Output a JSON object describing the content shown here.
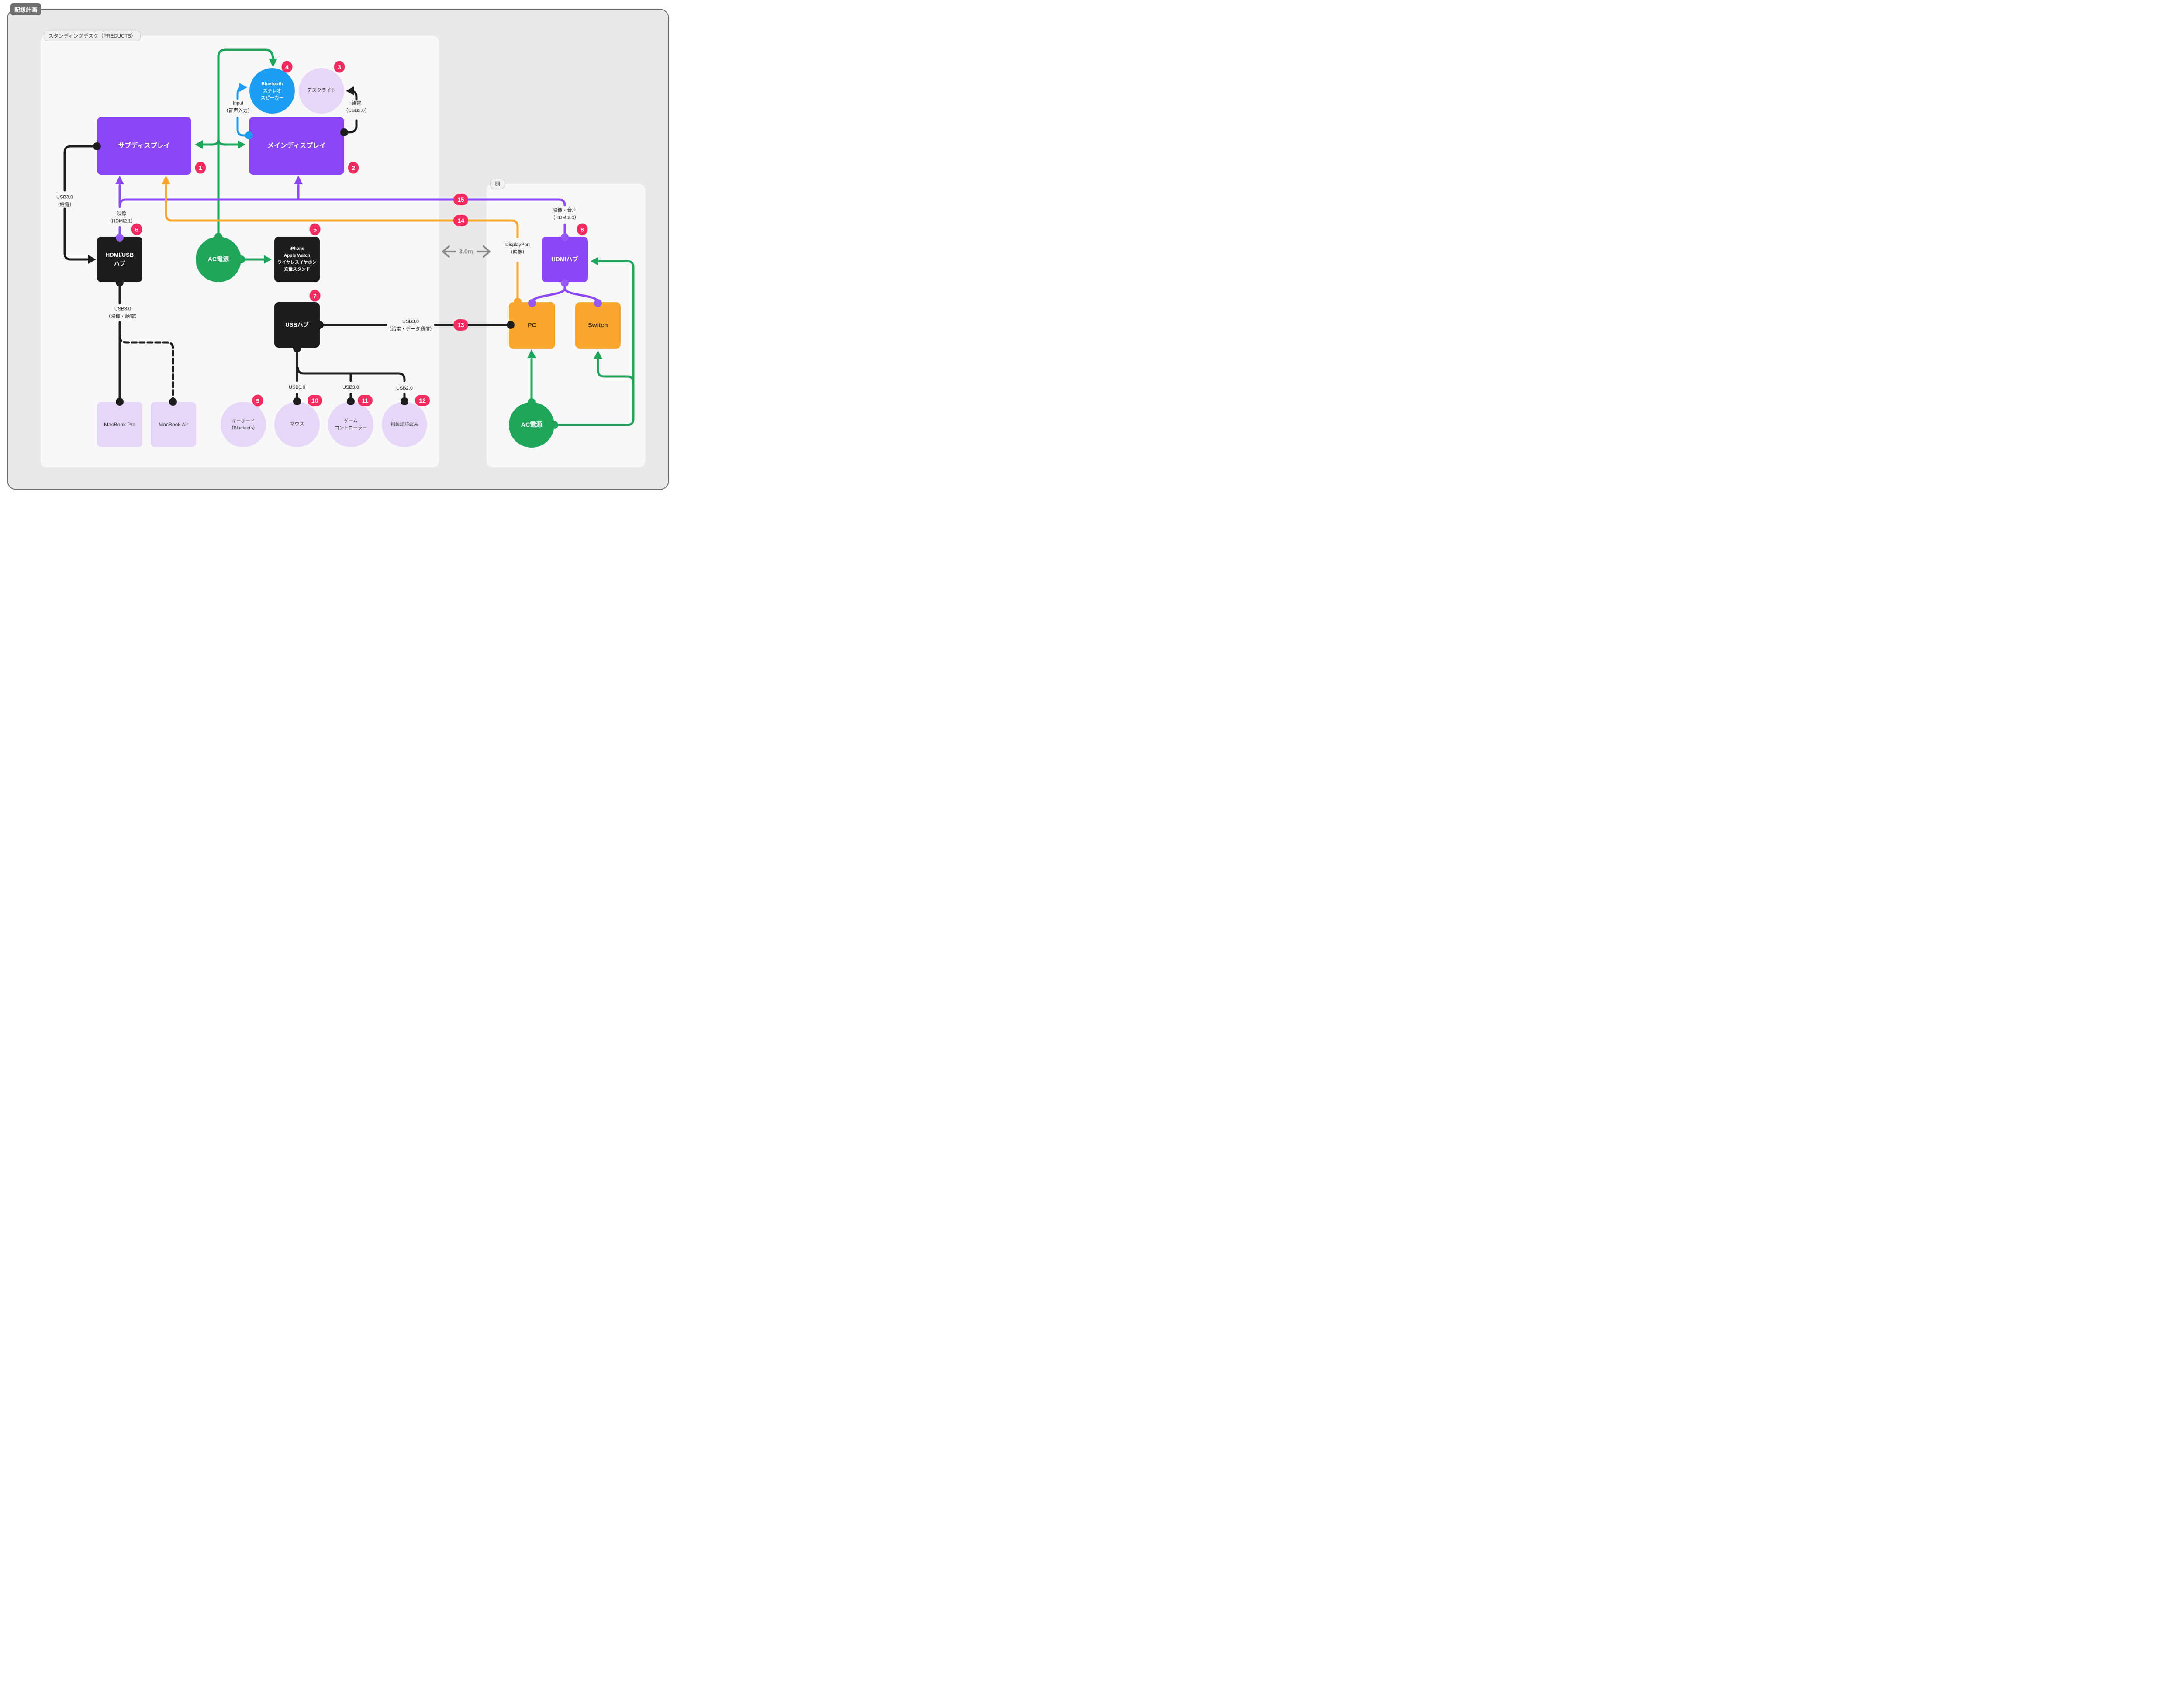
{
  "title_badge": "配線計画",
  "panels": {
    "desk": {
      "label": "スタンディングデスク（PREDUCTS）"
    },
    "shelf": {
      "label": "棚"
    }
  },
  "nodes": {
    "sub_display": {
      "label": "サブディスプレイ",
      "number": "1",
      "color": "#8B46F6"
    },
    "main_display": {
      "label": "メインディスプレイ",
      "number": "2",
      "color": "#8B46F6"
    },
    "desk_light": {
      "label": "デスクライト",
      "number": "3",
      "color": "#E6D6F8"
    },
    "bt_speaker": {
      "l1": "Bluetooth",
      "l2": "ステレオ",
      "l3": "スピーカー",
      "number": "4",
      "color": "#1C9CF2"
    },
    "charge_stand": {
      "l1": "iPhone",
      "l2": "Apple Watch",
      "l3": "ワイヤレスイヤホン",
      "l4": "充電スタンド",
      "number": "5",
      "color": "#1D1D1F"
    },
    "hdmi_usb_hub": {
      "l1": "HDMI/USB",
      "l2": "ハブ",
      "number": "6",
      "color": "#1D1D1F"
    },
    "usb_hub": {
      "label": "USBハブ",
      "number": "7",
      "color": "#1D1D1F"
    },
    "hdmi_hub": {
      "label": "HDMIハブ",
      "number": "8",
      "color": "#8B46F6"
    },
    "keyboard": {
      "l1": "キーボード",
      "l2": "（Bluetooth）",
      "number": "9",
      "color": "#E6D6F8"
    },
    "mouse": {
      "label": "マウス",
      "number": "10",
      "color": "#E6D6F8"
    },
    "game_controller": {
      "l1": "ゲーム",
      "l2": "コントローラー",
      "number": "11",
      "color": "#E6D6F8"
    },
    "fingerprint": {
      "label": "指紋認証端末",
      "number": "12",
      "color": "#E6D6F8"
    },
    "macbook_pro": {
      "label": "MacBook Pro",
      "color": "#E6D6F8"
    },
    "macbook_air": {
      "label": "MacBook Air",
      "color": "#E6D6F8"
    },
    "ac_power_desk": {
      "label": "AC電源",
      "color": "#1FA65A"
    },
    "pc": {
      "label": "PC",
      "color": "#F9A62F"
    },
    "switch": {
      "label": "Switch",
      "color": "#F9A62F"
    },
    "ac_power_shelf": {
      "label": "AC電源",
      "color": "#1FA65A"
    }
  },
  "edge_labels": {
    "usb30_power": {
      "l1": "USB3.0",
      "l2": "（給電）"
    },
    "video_hdmi21": {
      "l1": "映像",
      "l2": "（HDMI2.1）"
    },
    "usb30_video_power": {
      "l1": "USB3.0",
      "l2": "（映像・給電）"
    },
    "input_audio": {
      "l1": "Input",
      "l2": "（音声入力）"
    },
    "power_usb20": {
      "l1": "給電",
      "l2": "（USB2.0）"
    },
    "usb30_mouse": {
      "label": "USB3.0"
    },
    "usb30_game": {
      "label": "USB3.0"
    },
    "usb20_finger": {
      "label": "USB2.0"
    },
    "usb30_data": {
      "l1": "USB3.0",
      "l2": "（給電・データ通信）"
    },
    "video_audio_hdmi21": {
      "l1": "映像・音声",
      "l2": "（HDMI2.1）"
    },
    "displayport": {
      "l1": "DisplayPort",
      "l2": "（映像）"
    },
    "distance": {
      "label": "3.0m"
    }
  },
  "badges": {
    "n1": "1",
    "n2": "2",
    "n3": "3",
    "n4": "4",
    "n5": "5",
    "n6": "6",
    "n7": "7",
    "n8": "8",
    "n9": "9",
    "n10": "10",
    "n11": "11",
    "n12": "12",
    "n13": "13",
    "n14": "14",
    "n15": "15"
  },
  "connections": [
    {
      "from": "AC電源(デスク)",
      "to": "Bluetoothステレオスピーカー",
      "color": "green",
      "meaning": "給電"
    },
    {
      "from": "AC電源(デスク)",
      "to": "サブディスプレイ/メインディスプレイ",
      "color": "green",
      "meaning": "給電(双方向矢印)"
    },
    {
      "from": "AC電源(デスク)",
      "to": "iPhone/Apple Watch/ワイヤレスイヤホン充電スタンド",
      "color": "green",
      "meaning": "給電"
    },
    {
      "from": "メインディスプレイ",
      "to": "Bluetoothステレオスピーカー",
      "color": "blue",
      "label": "Input（音声入力）"
    },
    {
      "from": "メインディスプレイ",
      "to": "デスクライト",
      "color": "black",
      "label": "給電（USB2.0）"
    },
    {
      "from": "サブディスプレイ",
      "to": "HDMI/USBハブ",
      "color": "black",
      "label": "USB3.0（給電）"
    },
    {
      "from": "HDMI/USBハブ",
      "to": "サブディスプレイ",
      "color": "purple",
      "label": "映像（HDMI2.1）"
    },
    {
      "from": "HDMI/USBハブ",
      "to": "MacBook Pro",
      "color": "black",
      "label": "USB3.0（映像・給電）",
      "style": "solid"
    },
    {
      "from": "HDMI/USBハブ",
      "to": "MacBook Air",
      "color": "black",
      "style": "dashed"
    },
    {
      "from": "USBハブ",
      "to": "マウス",
      "color": "black",
      "label": "USB3.0"
    },
    {
      "from": "USBハブ",
      "to": "ゲームコントローラー",
      "color": "black",
      "label": "USB3.0"
    },
    {
      "from": "USBハブ",
      "to": "指紋認証端末",
      "color": "black",
      "label": "USB2.0"
    },
    {
      "from": "USBハブ",
      "to": "PC",
      "color": "black",
      "label": "USB3.0（給電・データ通信）",
      "number": "13"
    },
    {
      "from": "PC",
      "to": "サブディスプレイ",
      "color": "orange",
      "label": "DisplayPort（映像）",
      "number": "14"
    },
    {
      "from": "HDMIハブ",
      "to": "メインディスプレイ",
      "color": "purple",
      "label": "映像・音声（HDMI2.1）",
      "number": "15"
    },
    {
      "from": "HDMIハブ",
      "to": "PC / Switch",
      "color": "purple"
    },
    {
      "from": "AC電源(棚)",
      "to": "PC",
      "color": "green",
      "meaning": "給電"
    },
    {
      "from": "AC電源(棚)",
      "to": "Switch / HDMIハブ",
      "color": "green",
      "meaning": "給電"
    },
    {
      "gap": "デスクと棚の距離",
      "label": "3.0m"
    }
  ],
  "colors": {
    "purple": "#8B46F6",
    "purple_dot": "#9757F8",
    "blue": "#1C9CF2",
    "green": "#1FA65A",
    "orange": "#F9A62F",
    "black_box": "#1D1D1F",
    "lavender": "#E6D6F8",
    "badge_pink": "#F22C5F",
    "panel": "#F8F8F8",
    "canvas": "#E9E9E9",
    "frame_border": "#6E6E6E",
    "gray_text": "#8A8A8A"
  }
}
